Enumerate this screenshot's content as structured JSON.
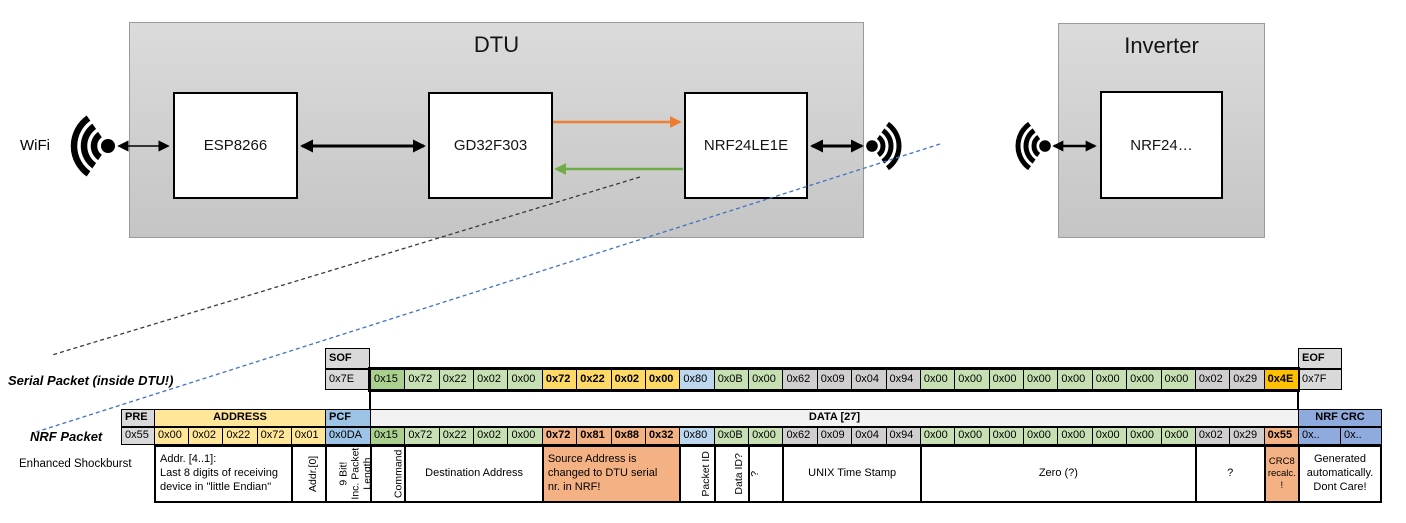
{
  "diagram": {
    "wifi_label": "WiFi",
    "dtu": {
      "title": "DTU",
      "components": [
        "ESP8266",
        "GD32F303",
        "NRF24LE1E"
      ]
    },
    "inverter": {
      "title": "Inverter",
      "component": "NRF24…"
    },
    "arrow_colors": {
      "uart_tx": "#ED7D31",
      "uart_rx": "#70AD47",
      "black": "#000000"
    },
    "dash_colors": {
      "serial_link": "#3a3a3a",
      "nrf_link": "#4472C4"
    }
  },
  "palette": {
    "hdr": "#D9D9D9",
    "grey": "#D0CECE",
    "g1": "#A9D08E",
    "g2": "#C6E0B4",
    "gold": "#FFD966",
    "amber": "#FFC000",
    "salmon": "#F4B183",
    "blue1": "#BDD7EE",
    "blue2": "#9DC3E6",
    "blue3": "#8FAADC",
    "yellow": "#FFE699",
    "band": "#F2F2F2",
    "white": "#FFFFFF"
  },
  "serial_packet": {
    "label": "Serial Packet (inside DTU!)",
    "sof_header": "SOF",
    "sof_value": "0x7E",
    "eof_header": "EOF",
    "eof_value": "0x7F",
    "bytes": [
      {
        "v": "0x15",
        "c": "g1"
      },
      {
        "v": "0x72",
        "c": "g2"
      },
      {
        "v": "0x22",
        "c": "g2"
      },
      {
        "v": "0x02",
        "c": "g2"
      },
      {
        "v": "0x00",
        "c": "g2"
      },
      {
        "v": "0x72",
        "c": "gold",
        "b": true
      },
      {
        "v": "0x22",
        "c": "gold",
        "b": true
      },
      {
        "v": "0x02",
        "c": "gold",
        "b": true
      },
      {
        "v": "0x00",
        "c": "gold",
        "b": true
      },
      {
        "v": "0x80",
        "c": "blue1"
      },
      {
        "v": "0x0B",
        "c": "g2"
      },
      {
        "v": "0x00",
        "c": "g2"
      },
      {
        "v": "0x62",
        "c": "grey"
      },
      {
        "v": "0x09",
        "c": "grey"
      },
      {
        "v": "0x04",
        "c": "grey"
      },
      {
        "v": "0x94",
        "c": "grey"
      },
      {
        "v": "0x00",
        "c": "g2"
      },
      {
        "v": "0x00",
        "c": "g2"
      },
      {
        "v": "0x00",
        "c": "g2"
      },
      {
        "v": "0x00",
        "c": "g2"
      },
      {
        "v": "0x00",
        "c": "g2"
      },
      {
        "v": "0x00",
        "c": "g2"
      },
      {
        "v": "0x00",
        "c": "g2"
      },
      {
        "v": "0x00",
        "c": "g2"
      },
      {
        "v": "0x02",
        "c": "grey"
      },
      {
        "v": "0x29",
        "c": "grey"
      },
      {
        "v": "0x4E",
        "c": "amber",
        "b": true
      }
    ]
  },
  "nrf_packet": {
    "label": "NRF Packet",
    "sublabel": "Enhanced Shockburst",
    "headers": [
      {
        "t": "PRE",
        "region": "pre",
        "span": 1,
        "c": "hdr"
      },
      {
        "t": "ADDRESS",
        "region": "addr",
        "span": 5,
        "c": "yellow",
        "center": true
      },
      {
        "t": "PCF",
        "region": "pcf",
        "span": 1,
        "c": "blue2"
      },
      {
        "t": "DATA [27]",
        "region": "data",
        "span": 27,
        "c": "band",
        "center": true
      },
      {
        "t": "NRF CRC",
        "region": "crc",
        "span": 2,
        "c": "blue3",
        "center": true
      }
    ],
    "pre_value": {
      "v": "0x55",
      "c": "hdr"
    },
    "address_values": [
      {
        "v": "0x00",
        "c": "yellow"
      },
      {
        "v": "0x02",
        "c": "yellow"
      },
      {
        "v": "0x22",
        "c": "yellow"
      },
      {
        "v": "0x72",
        "c": "yellow"
      },
      {
        "v": "0x01",
        "c": "yellow"
      }
    ],
    "pcf_value": {
      "v": "0x0DA",
      "c": "blue2"
    },
    "bytes": [
      {
        "v": "0x15",
        "c": "g1"
      },
      {
        "v": "0x72",
        "c": "g2"
      },
      {
        "v": "0x22",
        "c": "g2"
      },
      {
        "v": "0x02",
        "c": "g2"
      },
      {
        "v": "0x00",
        "c": "g2"
      },
      {
        "v": "0x72",
        "c": "salmon",
        "b": true
      },
      {
        "v": "0x81",
        "c": "salmon",
        "b": true
      },
      {
        "v": "0x88",
        "c": "salmon",
        "b": true
      },
      {
        "v": "0x32",
        "c": "salmon",
        "b": true
      },
      {
        "v": "0x80",
        "c": "blue1"
      },
      {
        "v": "0x0B",
        "c": "g2"
      },
      {
        "v": "0x00",
        "c": "g2"
      },
      {
        "v": "0x62",
        "c": "grey"
      },
      {
        "v": "0x09",
        "c": "grey"
      },
      {
        "v": "0x04",
        "c": "grey"
      },
      {
        "v": "0x94",
        "c": "grey"
      },
      {
        "v": "0x00",
        "c": "g2"
      },
      {
        "v": "0x00",
        "c": "g2"
      },
      {
        "v": "0x00",
        "c": "g2"
      },
      {
        "v": "0x00",
        "c": "g2"
      },
      {
        "v": "0x00",
        "c": "g2"
      },
      {
        "v": "0x00",
        "c": "g2"
      },
      {
        "v": "0x00",
        "c": "g2"
      },
      {
        "v": "0x00",
        "c": "g2"
      },
      {
        "v": "0x02",
        "c": "grey"
      },
      {
        "v": "0x29",
        "c": "grey"
      },
      {
        "v": "0x55",
        "c": "salmon",
        "b": true
      }
    ],
    "crc_values": [
      {
        "v": "0x..",
        "c": "blue3"
      },
      {
        "v": "0x..",
        "c": "blue3"
      }
    ],
    "annotations": [
      {
        "text": "Addr. [4..1]:\nLast 8 digits of receiving\ndevice in \"little Endian\"",
        "region": "addr",
        "span": 4,
        "align": "left"
      },
      {
        "text": "Addr.[0]",
        "region": "addr",
        "span": 1,
        "vertical": true
      },
      {
        "text": "9 Bit!\nInc. Packet\nLength",
        "region": "pcf",
        "span": 1,
        "vertical": true
      },
      {
        "text": "Command",
        "region": "data",
        "span": 1,
        "vertical": true
      },
      {
        "text": "Destination Address",
        "region": "data",
        "span": 4
      },
      {
        "text": "Source Address is\nchanged to DTU serial\nnr. in NRF!",
        "region": "data",
        "span": 4,
        "bg": "salmon",
        "align": "left"
      },
      {
        "text": "Packet ID",
        "region": "data",
        "span": 1,
        "vertical": true
      },
      {
        "text": "Data ID?",
        "region": "data",
        "span": 1,
        "vertical": true
      },
      {
        "text": "?",
        "region": "data",
        "span": 1,
        "vertical": true
      },
      {
        "text": "UNIX Time Stamp",
        "region": "data",
        "span": 4
      },
      {
        "text": "Zero (?)",
        "region": "data",
        "span": 8
      },
      {
        "text": "?",
        "region": "data",
        "span": 2
      },
      {
        "text": "CRC8\nrecalc.\n!",
        "region": "data",
        "span": 1,
        "bg": "salmon",
        "small": true
      },
      {
        "text": "Generated\nautomatically.\nDont Care!",
        "region": "crc",
        "span": 2
      }
    ]
  }
}
